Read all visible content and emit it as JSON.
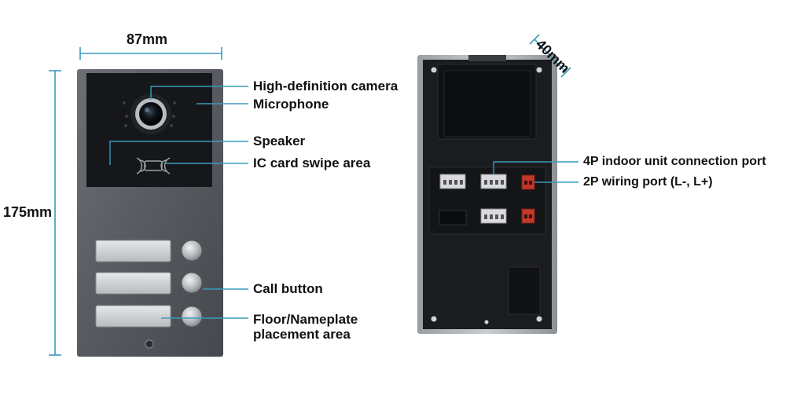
{
  "dimensions": {
    "width": "87mm",
    "height": "175mm",
    "depth": "40mm"
  },
  "front_labels": {
    "camera": "High-definition camera",
    "microphone": "Microphone",
    "speaker": "Speaker",
    "ic_card": "IC card swipe area",
    "call_button": "Call button",
    "nameplate_line1": "Floor/Nameplate",
    "nameplate_line2": "placement area"
  },
  "back_labels": {
    "port_4p": "4P indoor unit connection port",
    "port_2p": "2P wiring port (L-, L+)"
  },
  "colors": {
    "dimension_line": "#3a9bbd",
    "callout_line": "#3a9bbd",
    "panel_metal": "#5c6066",
    "panel_dark": "#1b1c1f",
    "terminal_red": "#c0392b"
  }
}
